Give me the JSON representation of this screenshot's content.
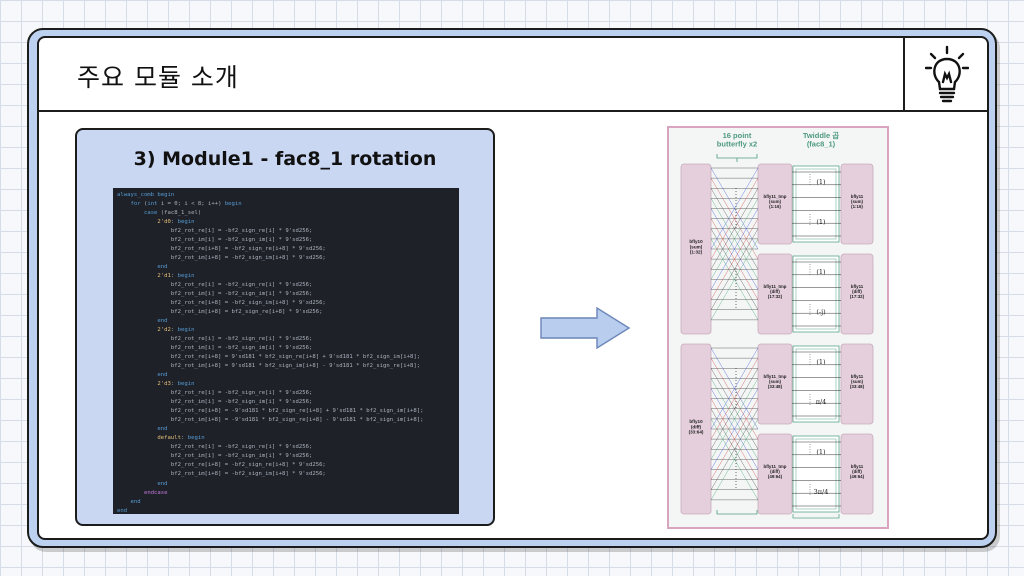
{
  "slide": {
    "title": "주요 모듈 소개",
    "icon": "lightbulb-icon"
  },
  "code_card": {
    "title": "3) Module1  -  fac8_1 rotation",
    "lines": [
      "always_comb begin",
      "    for (int i = 0; i < 8; i++) begin",
      "        case (fac8_1_sel)",
      "            2'd0: begin",
      "                bf2_rot_re[i] = -bf2_sign_re[i] * 9'sd256;",
      "                bf2_rot_im[i] = -bf2_sign_im[i] * 9'sd256;",
      "                bf2_rot_re[i+8] = -bf2_sign_re[i+8] * 9'sd256;",
      "                bf2_rot_im[i+8] = -bf2_sign_im[i+8] * 9'sd256;",
      "            end",
      "            2'd1: begin",
      "                bf2_rot_re[i] = -bf2_sign_re[i] * 9'sd256;",
      "                bf2_rot_im[i] = -bf2_sign_im[i] * 9'sd256;",
      "                bf2_rot_re[i+8] = -bf2_sign_im[i+8] * 9'sd256;",
      "                bf2_rot_im[i+8] = bf2_sign_re[i+8] * 9'sd256;",
      "            end",
      "            2'd2: begin",
      "                bf2_rot_re[i] = -bf2_sign_re[i] * 9'sd256;",
      "                bf2_rot_im[i] = -bf2_sign_im[i] * 9'sd256;",
      "                bf2_rot_re[i+8] = 9'sd181 * bf2_sign_re[i+8] + 9'sd181 * bf2_sign_im[i+8];",
      "                bf2_rot_im[i+8] = 9'sd181 * bf2_sign_im[i+8] - 9'sd181 * bf2_sign_re[i+8];",
      "            end",
      "            2'd3: begin",
      "                bf2_rot_re[i] = -bf2_sign_re[i] * 9'sd256;",
      "                bf2_rot_im[i] = -bf2_sign_im[i] * 9'sd256;",
      "                bf2_rot_re[i+8] = -9'sd181 * bf2_sign_re[i+8] + 9'sd181 * bf2_sign_im[i+8];",
      "                bf2_rot_im[i+8] = -9'sd181 * bf2_sign_re[i+8] - 9'sd181 * bf2_sign_im[i+8];",
      "            end",
      "            default: begin",
      "                bf2_rot_re[i] = -bf2_sign_re[i] * 9'sd256;",
      "                bf2_rot_im[i] = -bf2_sign_im[i] * 9'sd256;",
      "                bf2_rot_re[i+8] = -bf2_sign_re[i+8] * 9'sd256;",
      "                bf2_rot_im[i+8] = -bf2_sign_im[i+8] * 9'sd256;",
      "            end",
      "        endcase",
      "    end",
      "end"
    ]
  },
  "diagram": {
    "header_butterfly": "16 point\nbutterfly x2",
    "header_twiddle": "Twiddle 곱\n(fac8_1)",
    "left_blocks": [
      "bfly10\n(sum)\n(1:32)",
      "bfly10\n(diff)\n(33:64)"
    ],
    "mid_blocks": [
      "bfly11_tmp\n(sum)\n(1:16)",
      "bfly11_tmp\n(diff)\n(17:32)",
      "bfly11_tmp\n(sum)\n(33:48)",
      "bfly11_tmp\n(diff)\n(49:64)"
    ],
    "right_blocks": [
      "bfly11\n(sum)\n(1:16)",
      "bfly11\n(diff)\n(17:32)",
      "bfly11\n(sum)\n(33:48)",
      "bfly11\n(diff)\n(49:64)"
    ],
    "twiddle_groups": [
      [
        "(1)",
        "(1)"
      ],
      [
        "(1)",
        "(-j)"
      ],
      [
        "(1)",
        "π/4"
      ],
      [
        "(1)",
        "3π/4"
      ]
    ]
  },
  "colors": {
    "frame": "#bcd0ef",
    "card": "#c9d7f3",
    "code_bg": "#1e2127",
    "diagram_border": "#d9a4bd",
    "block_pink": "#e5cfdc",
    "twiddle_green": "#5aa58a",
    "arrow_fill": "#b9cdee"
  }
}
